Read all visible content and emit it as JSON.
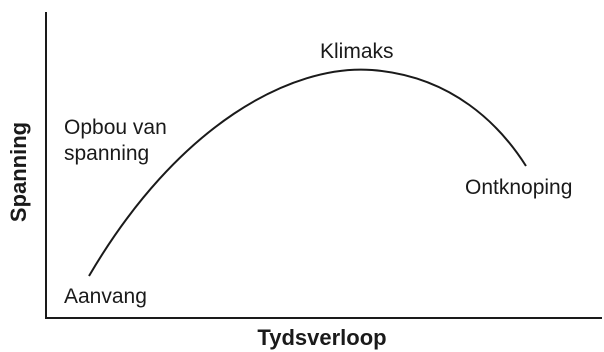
{
  "diagram": {
    "x_axis_label": "Tydsverloop",
    "y_axis_label": "Spanning",
    "stages": {
      "start": "Aanvang",
      "rising_line1": "Opbou van",
      "rising_line2": "spanning",
      "climax": "Klimaks",
      "resolution": "Ontknoping"
    },
    "line_color": "#1a1a1a"
  }
}
